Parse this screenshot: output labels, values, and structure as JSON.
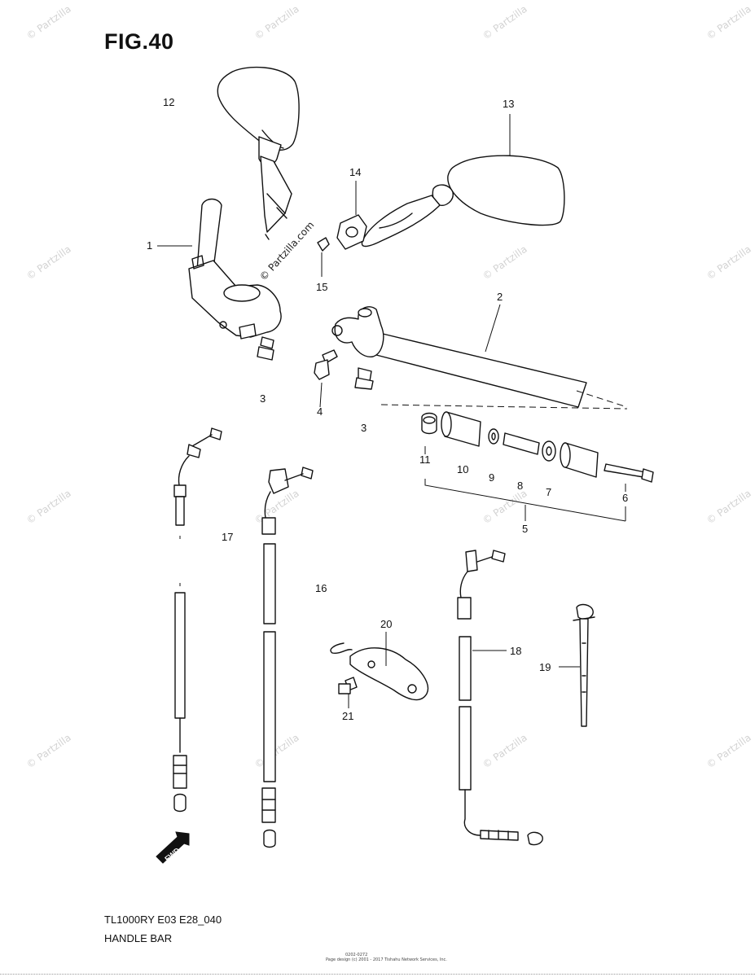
{
  "figure": {
    "title": "FIG.40"
  },
  "watermark": {
    "text": "© Partzilla",
    "text_center": "© Partzilla.com"
  },
  "callouts": [
    {
      "id": "c12",
      "label": "12"
    },
    {
      "id": "c13",
      "label": "13"
    },
    {
      "id": "c14",
      "label": "14"
    },
    {
      "id": "c1",
      "label": "1"
    },
    {
      "id": "c15",
      "label": "15"
    },
    {
      "id": "c2",
      "label": "2"
    },
    {
      "id": "c3a",
      "label": "3"
    },
    {
      "id": "c4",
      "label": "4"
    },
    {
      "id": "c3b",
      "label": "3"
    },
    {
      "id": "c11",
      "label": "11"
    },
    {
      "id": "c10",
      "label": "10"
    },
    {
      "id": "c9",
      "label": "9"
    },
    {
      "id": "c8",
      "label": "8"
    },
    {
      "id": "c7",
      "label": "7"
    },
    {
      "id": "c6",
      "label": "6"
    },
    {
      "id": "c5",
      "label": "5"
    },
    {
      "id": "c17",
      "label": "17"
    },
    {
      "id": "c16",
      "label": "16"
    },
    {
      "id": "c20",
      "label": "20"
    },
    {
      "id": "c18",
      "label": "18"
    },
    {
      "id": "c19",
      "label": "19"
    },
    {
      "id": "c21",
      "label": "21"
    }
  ],
  "fwd_label": "FWD",
  "footer": {
    "code": "TL1000RY E03 E28_040",
    "name": "HANDLE BAR"
  },
  "small_print": {
    "line1": "0202-0272",
    "line2": "Page design (c) 2001 - 2017 Tishahu Network Services, Inc."
  }
}
